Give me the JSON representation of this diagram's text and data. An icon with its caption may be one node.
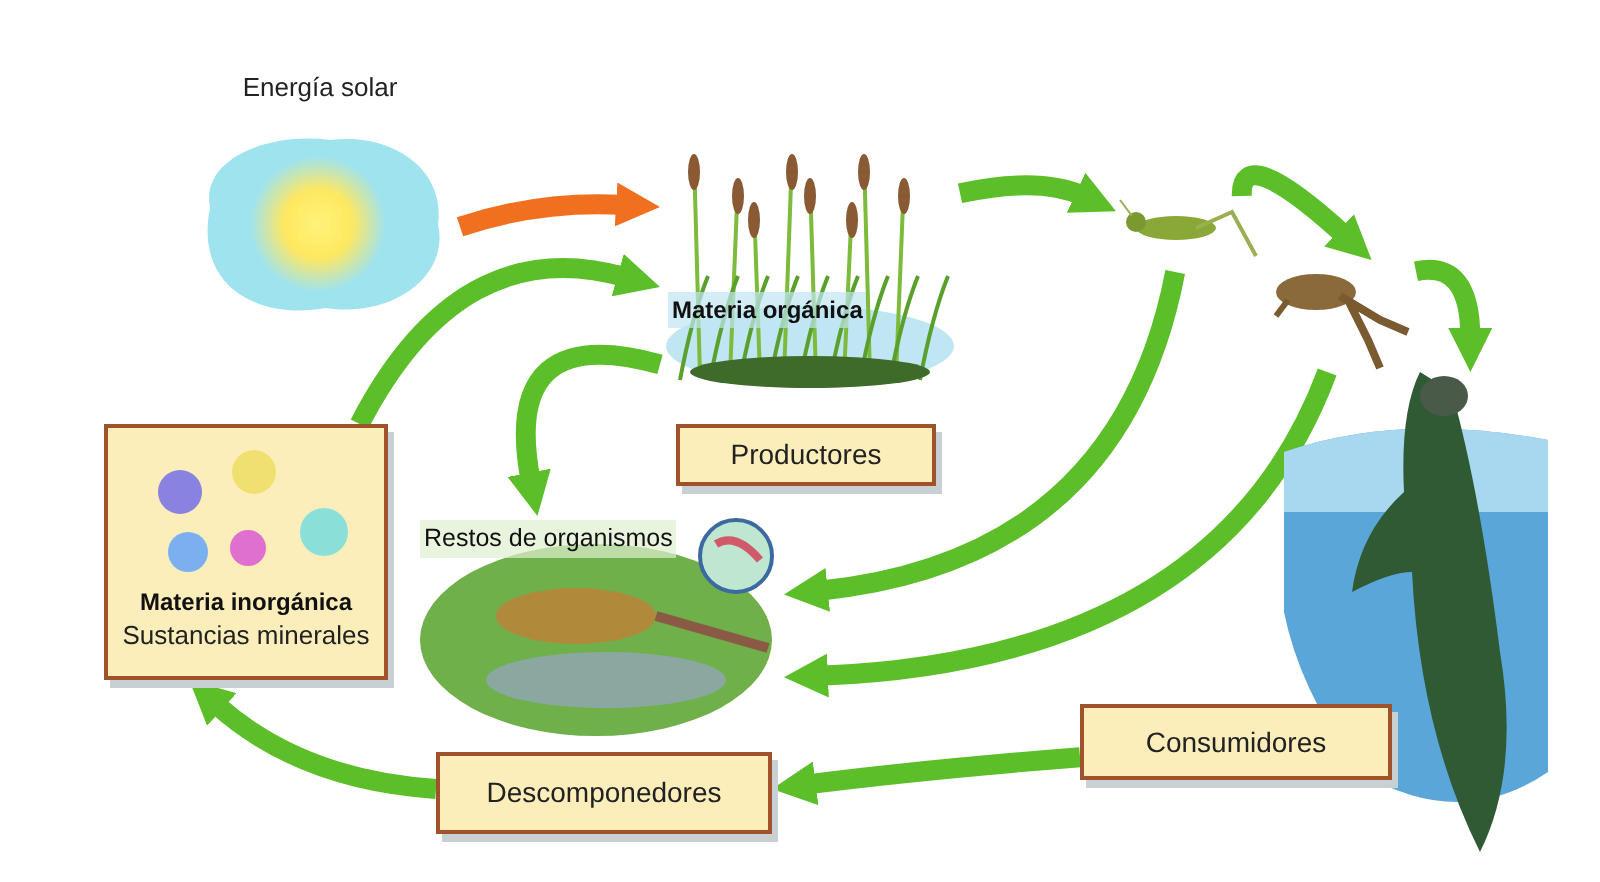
{
  "diagram": {
    "nodes": [
      {
        "text": [
          "Energía solar"
        ]
      },
      {
        "text": [
          "Materia orgánica"
        ]
      },
      {
        "text": [],
        "shape": "picture"
      },
      {
        "text": [],
        "shape": "picture"
      },
      {
        "text": [],
        "shape": "picture"
      },
      {
        "text": [
          "Productores"
        ]
      },
      {
        "text": [
          "Consumidores"
        ]
      },
      {
        "text": [
          "Materia inorgánica",
          "Sustancias minerales"
        ]
      },
      {
        "text": [
          "Restos de organismos"
        ]
      },
      {
        "text": [
          "Descomponedores"
        ]
      }
    ],
    "edges": [
      {
        "from": 0,
        "to": 1,
        "arrow": "to",
        "color": "#f07020"
      },
      {
        "from": 7,
        "to": 1,
        "arrow": "to"
      },
      {
        "from": 1,
        "to": 2,
        "arrow": "to"
      },
      {
        "from": 2,
        "to": 3,
        "arrow": "to"
      },
      {
        "from": 3,
        "to": 4,
        "arrow": "to"
      },
      {
        "from": 1,
        "to": 8,
        "arrow": "to"
      },
      {
        "from": 2,
        "to": 8,
        "arrow": "to"
      },
      {
        "from": 3,
        "to": 8,
        "arrow": "to"
      },
      {
        "from": 6,
        "to": 9,
        "arrow": "to"
      },
      {
        "from": 9,
        "to": 7,
        "arrow": "to"
      }
    ]
  }
}
